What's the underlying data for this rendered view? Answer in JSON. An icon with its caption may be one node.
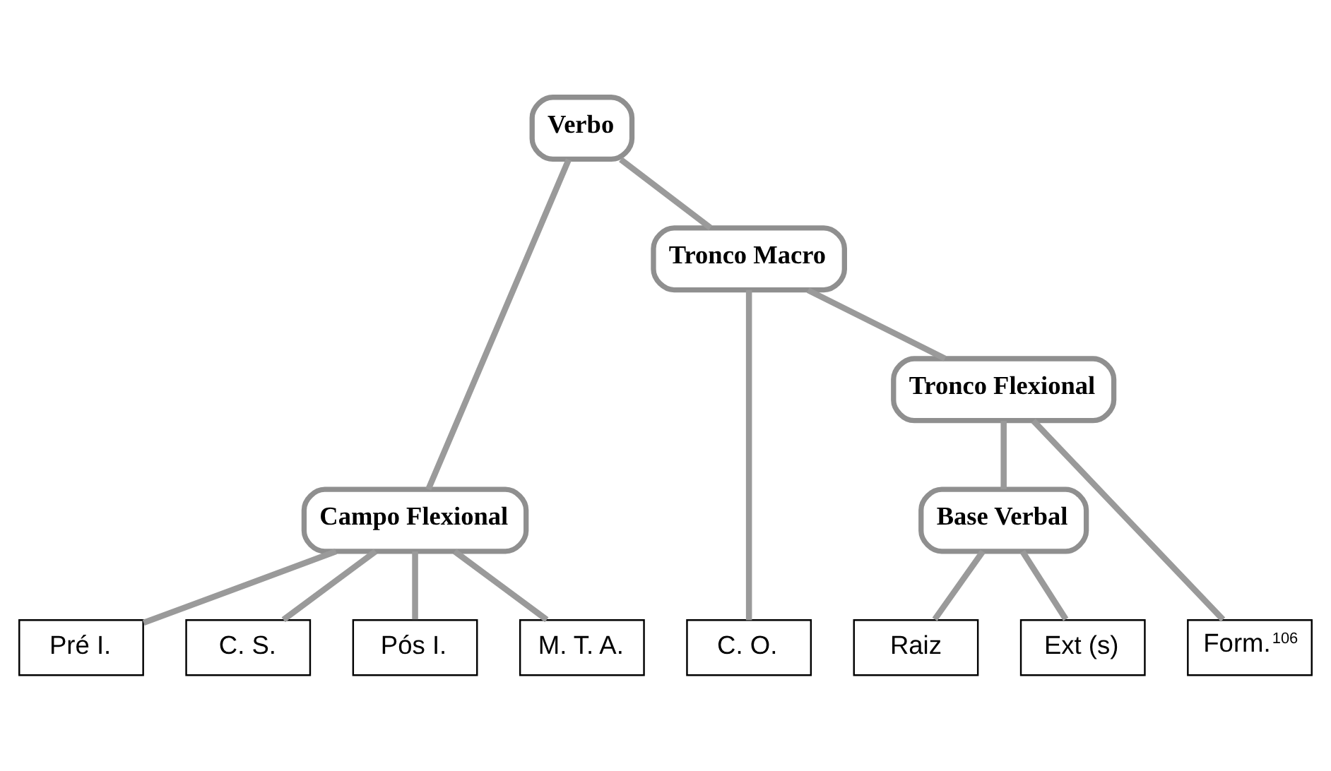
{
  "diagram": {
    "nodes": [
      {
        "text": [
          "Verbo"
        ]
      },
      {
        "text": [
          "Campo Flexional"
        ]
      },
      {
        "text": [
          "Tronco Macro"
        ]
      },
      {
        "text": [
          "Tronco Flexional"
        ]
      },
      {
        "text": [
          "Base Verbal"
        ]
      },
      {
        "text": [
          "Pré I."
        ]
      },
      {
        "text": [
          "C. S."
        ]
      },
      {
        "text": [
          "Pós I."
        ]
      },
      {
        "text": [
          "M. T. A."
        ]
      },
      {
        "text": [
          "C. O."
        ]
      },
      {
        "text": [
          "Raiz"
        ]
      },
      {
        "text": [
          "Ext (s)"
        ]
      },
      {
        "text": [
          "Form.$^{106}$"
        ]
      }
    ],
    "edges": [
      {
        "from": 0,
        "to": 1,
        "arrow": "none"
      },
      {
        "from": 0,
        "to": 2,
        "arrow": "none"
      },
      {
        "from": 1,
        "to": 5,
        "arrow": "none"
      },
      {
        "from": 1,
        "to": 6,
        "arrow": "none"
      },
      {
        "from": 1,
        "to": 7,
        "arrow": "none"
      },
      {
        "from": 1,
        "to": 8,
        "arrow": "none"
      },
      {
        "from": 2,
        "to": 9,
        "arrow": "none"
      },
      {
        "from": 2,
        "to": 3,
        "arrow": "none"
      },
      {
        "from": 3,
        "to": 4,
        "arrow": "none"
      },
      {
        "from": 3,
        "to": 12,
        "arrow": "none"
      },
      {
        "from": 4,
        "to": 10,
        "arrow": "none"
      },
      {
        "from": 4,
        "to": 11,
        "arrow": "none"
      }
    ]
  }
}
